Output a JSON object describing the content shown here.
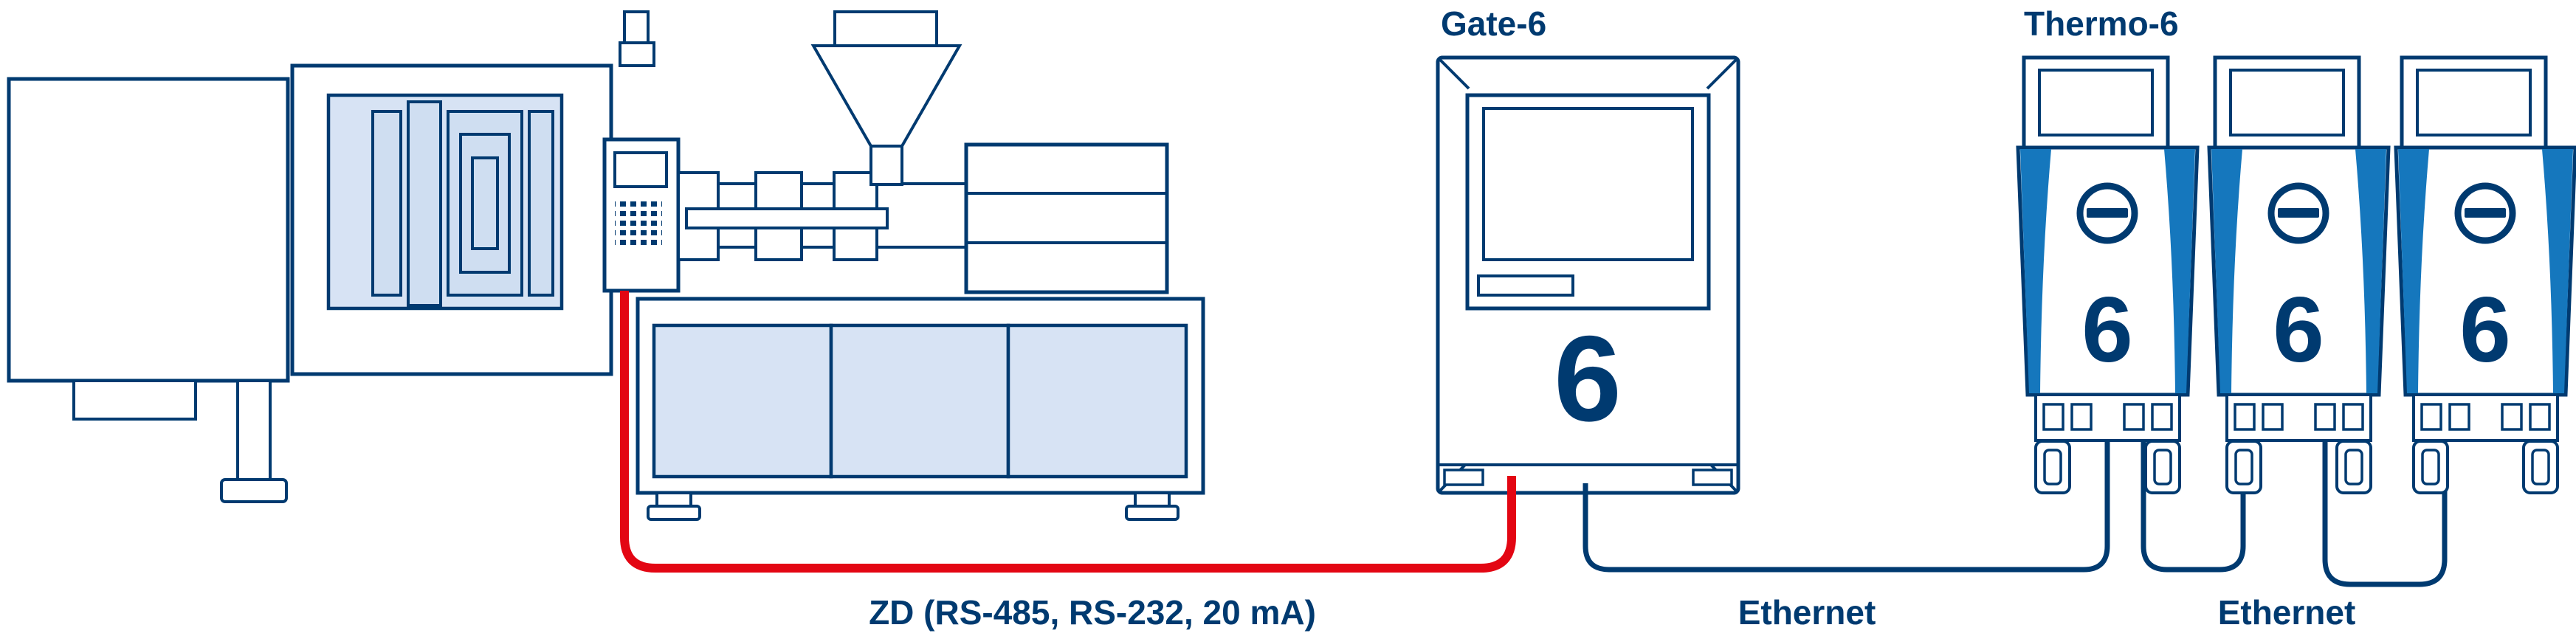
{
  "labels": {
    "gate": "Gate-6",
    "thermo": "Thermo-6",
    "zd_cable": "ZD (RS-485, RS-232, 20 mA)",
    "ethernet_1": "Ethernet",
    "ethernet_2": "Ethernet"
  },
  "devices": {
    "gate_digit": "6",
    "thermo_digit": "6"
  },
  "colors": {
    "outline_navy": "#003a70",
    "panel_light_blue": "#d7e3f4",
    "accent_blue": "#1577bd",
    "cable_red": "#e30613",
    "background": "#ffffff"
  }
}
